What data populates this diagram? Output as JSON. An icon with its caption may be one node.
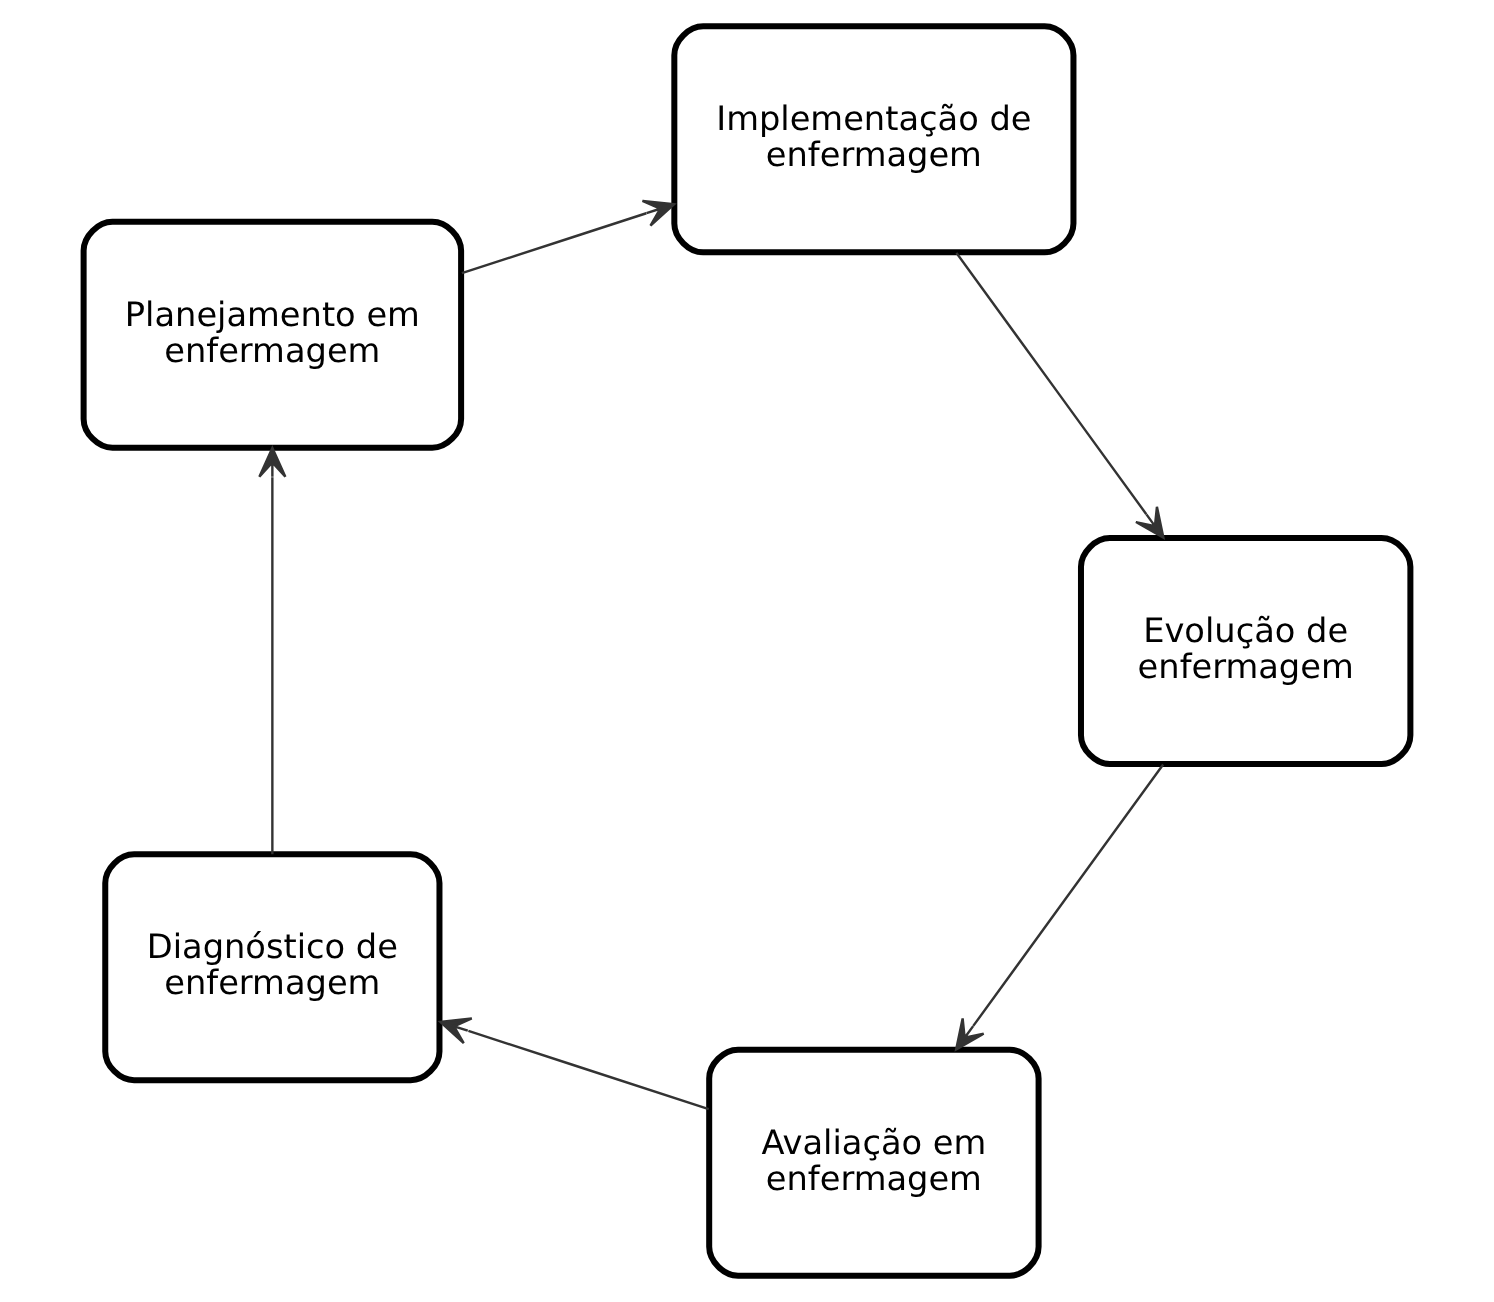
{
  "diagram": {
    "nodes": [
      {
        "text": [
          "Avaliação em enfermagem"
        ]
      },
      {
        "text": [
          "Diagnóstico de enfermagem"
        ]
      },
      {
        "text": [
          "Planejamento em enfermagem"
        ]
      },
      {
        "text": [
          "Implementação de enfermagem"
        ]
      },
      {
        "text": [
          "Evolução de enfermagem"
        ]
      }
    ],
    "edges": [
      {
        "from": 0,
        "to": 1,
        "arrow": "to"
      },
      {
        "from": 1,
        "to": 2,
        "arrow": "to"
      },
      {
        "from": 2,
        "to": 3,
        "arrow": "to"
      },
      {
        "from": 3,
        "to": 4,
        "arrow": "to"
      },
      {
        "from": 4,
        "to": 0,
        "arrow": "to"
      }
    ]
  }
}
